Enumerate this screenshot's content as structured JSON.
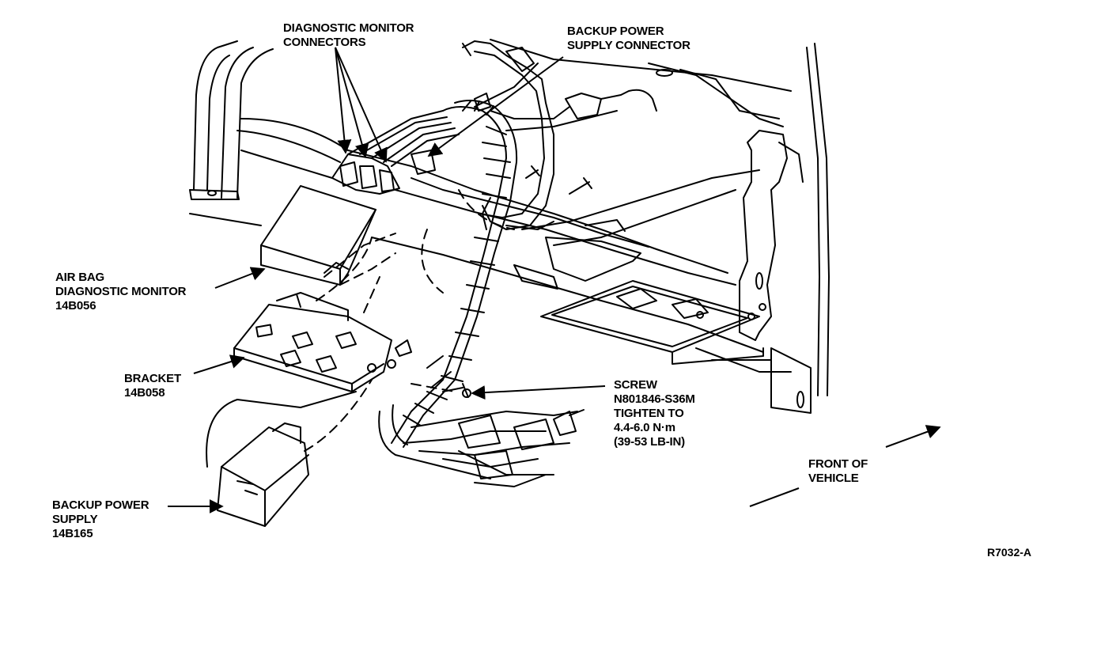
{
  "labels": {
    "diag_connectors": [
      "DIAGNOSTIC MONITOR",
      "CONNECTORS"
    ],
    "backup_connector": [
      "BACKUP POWER",
      "SUPPLY CONNECTOR"
    ],
    "airbag_monitor": [
      "AIR BAG",
      "DIAGNOSTIC MONITOR",
      "14B056"
    ],
    "bracket": [
      "BRACKET",
      "14B058"
    ],
    "backup_supply": [
      "BACKUP POWER",
      "SUPPLY",
      "14B165"
    ],
    "screw": [
      "SCREW",
      "N801846-S36M",
      "TIGHTEN TO",
      "4.4-6.0 N·m",
      "(39-53 LB-IN)"
    ],
    "front": [
      "FRONT OF",
      "VEHICLE"
    ]
  },
  "figure_code": "R7032-A",
  "colors": {
    "ink": "#000000",
    "paper": "#ffffff"
  },
  "icons": [
    "leader-arrow-icon",
    "front-arrow-icon"
  ]
}
